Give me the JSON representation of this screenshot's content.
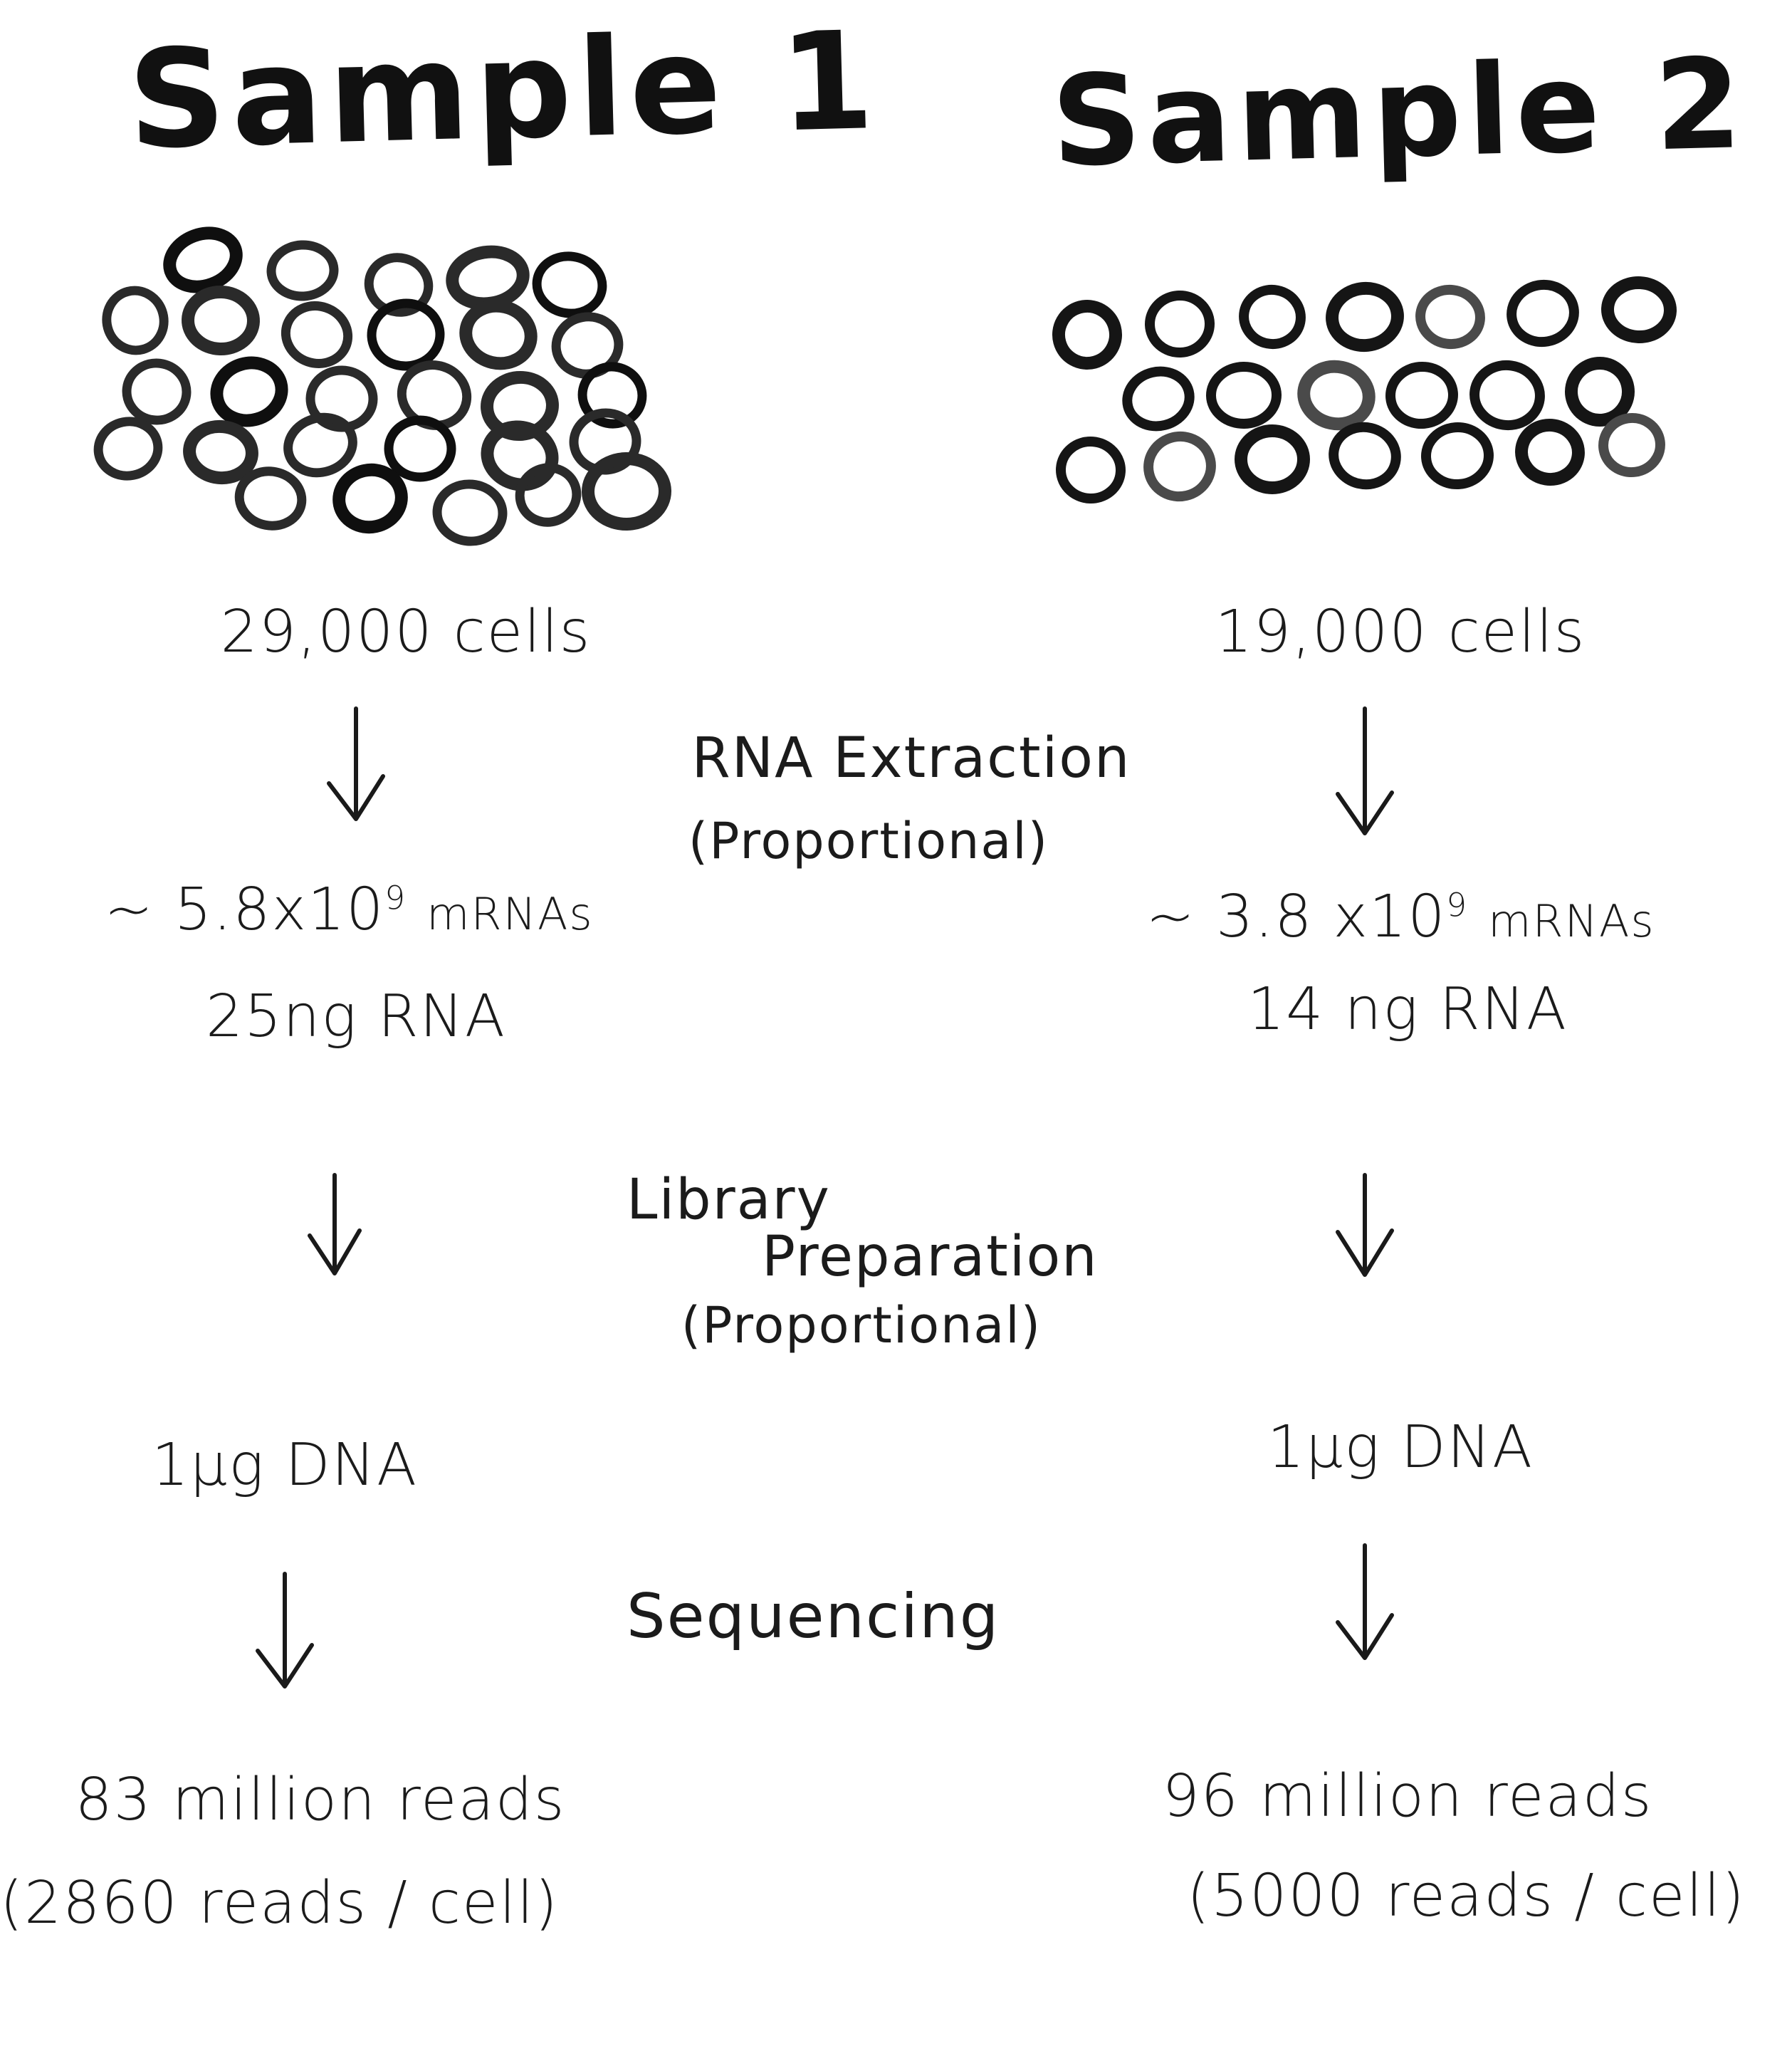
{
  "samples": [
    {
      "title": "Sample 1",
      "cell_count": "29,000 cells",
      "mrnas": "~ 5.8x10",
      "mrnas_exp": "9",
      "mrnas_unit": "mRNAs",
      "rna_mass": "25ng RNA",
      "dna_mass": "1µg DNA",
      "reads": "83 million reads",
      "reads_per_cell": "(2860 reads / cell)"
    },
    {
      "title": "Sample 2",
      "cell_count": "19,000 cells",
      "mrnas": "~ 3.8 x10",
      "mrnas_exp": "9",
      "mrnas_unit": "mRNAs",
      "rna_mass": "14 ng RNA",
      "dna_mass": "1µg DNA",
      "reads": "96 million reads",
      "reads_per_cell": "(5000 reads / cell)"
    }
  ],
  "steps": {
    "extraction": "RNA Extraction",
    "extraction_note": "(Proportional)",
    "library_1": "Library",
    "library_2": "Preparation",
    "library_note": "(Proportional)",
    "sequencing": "Sequencing"
  },
  "colors": {
    "ink": "#1a1a1a",
    "background": "#ffffff"
  }
}
